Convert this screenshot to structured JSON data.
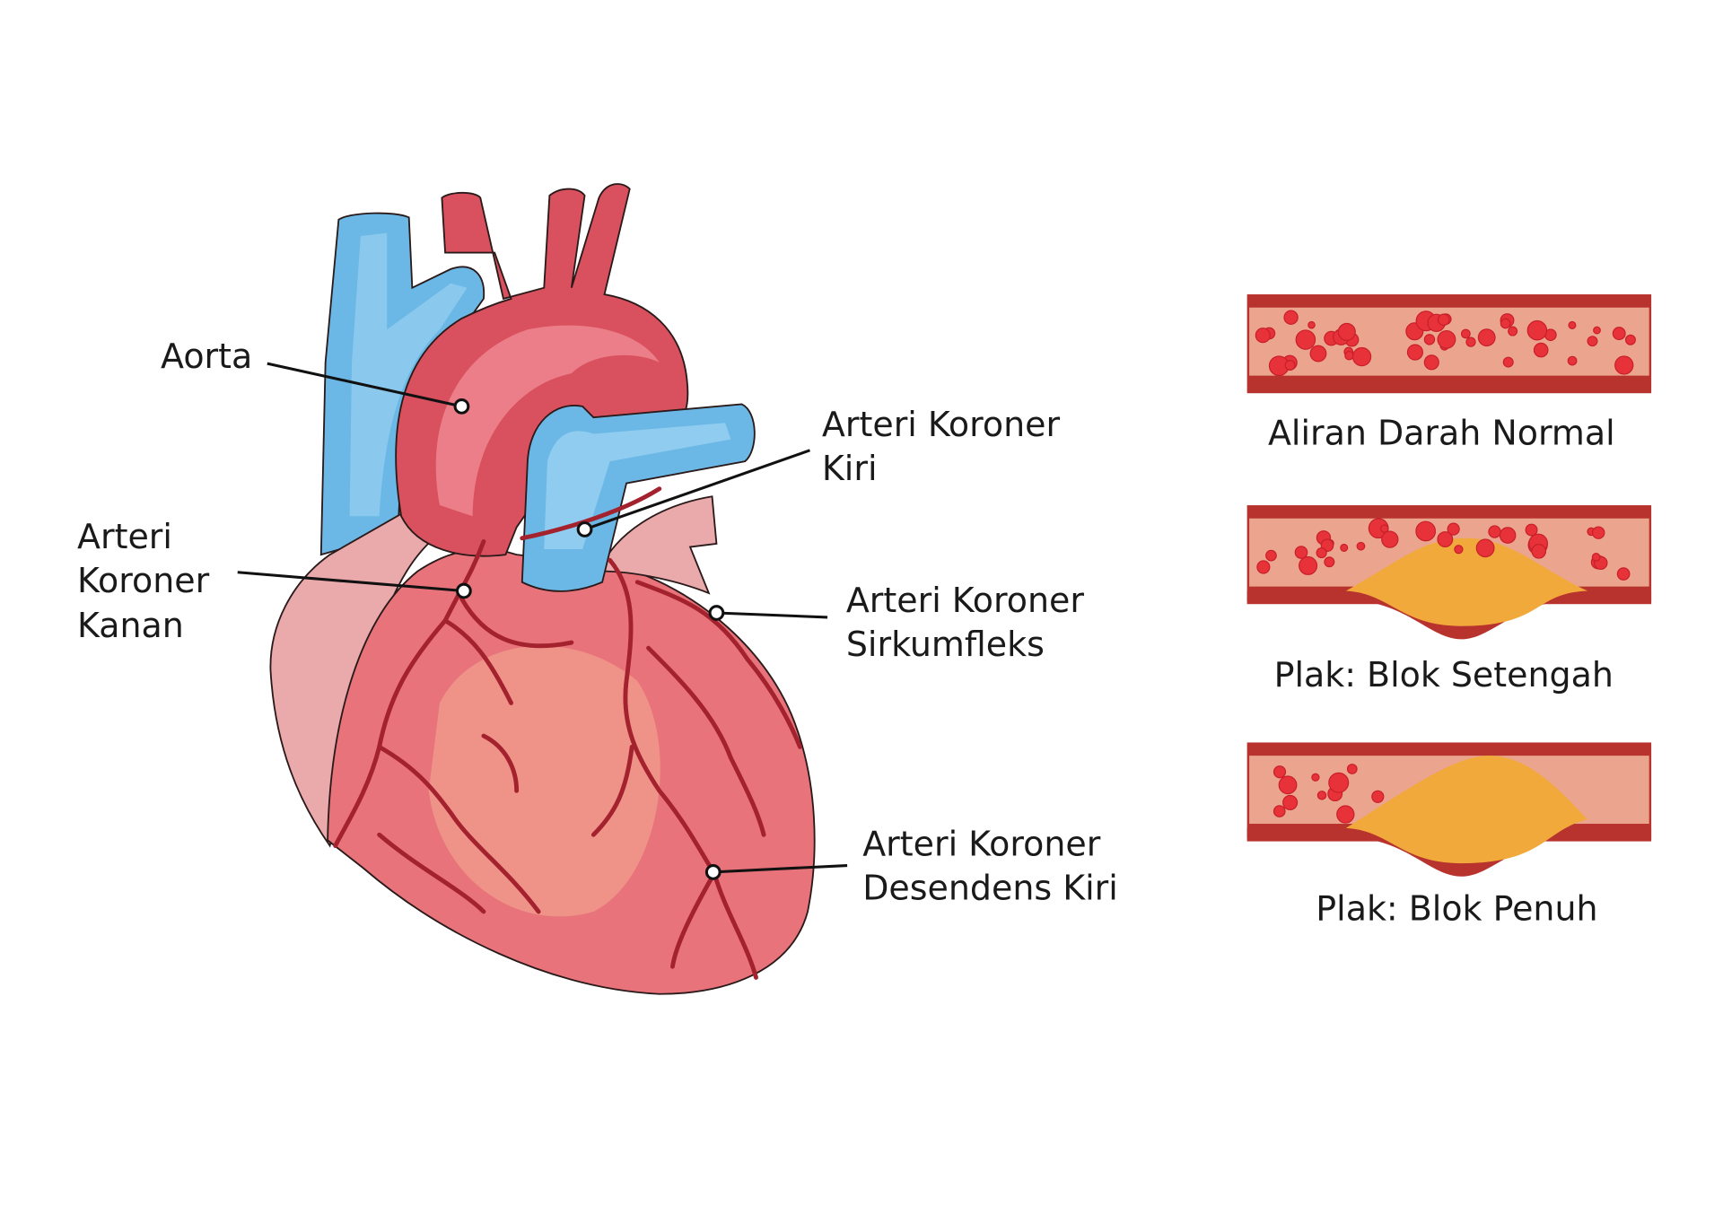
{
  "heart_labels": {
    "aorta": "Aorta",
    "left_coronary": [
      "Arteri Koroner",
      "Kiri"
    ],
    "right_coronary": [
      "Arteri",
      "Koroner",
      "Kanan"
    ],
    "circumflex": [
      "Arteri Koroner",
      "Sirkumfleks"
    ],
    "left_descending": [
      "Arteri Koroner",
      "Desendens Kiri"
    ]
  },
  "vessels": [
    {
      "caption": "Aliran Darah Normal",
      "blockage": "none"
    },
    {
      "caption": "Plak: Blok Setengah",
      "blockage": "partial"
    },
    {
      "caption": "Plak: Blok Penuh",
      "blockage": "full"
    }
  ],
  "colors": {
    "vein_blue": "#6bb8e6",
    "heart_red": "#e8737a",
    "artery_red": "#d9505e",
    "vessel_wall": "#b8322e",
    "plaque": "#f0a93a",
    "blood_cell": "#e8323a"
  }
}
